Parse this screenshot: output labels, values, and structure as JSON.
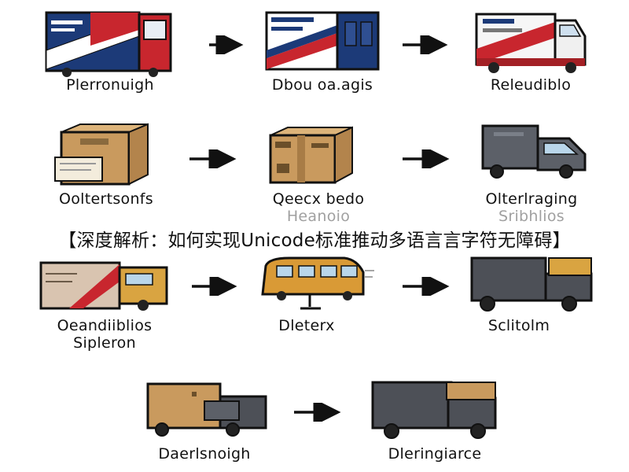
{
  "banner": "【深度解析：如何实现Unicode标准推动多语言言字符无障碍】",
  "rows": [
    {
      "labels": [
        "Plerronuigh",
        "Dbou oa.agis",
        "Releudiblo"
      ],
      "sublabels": [
        "",
        "",
        ""
      ]
    },
    {
      "labels": [
        "Ooltertsonfs",
        "Qeecx bedo",
        "Olterlraging"
      ],
      "sublabels": [
        "",
        "Heanoio",
        "Sribhlios"
      ]
    },
    {
      "labels": [
        "Oeandiiblios",
        "Dleterx",
        "Sclitolm"
      ],
      "sublabels": [
        "Sipleron",
        "",
        ""
      ]
    },
    {
      "labels": [
        "Daerlsnoigh",
        "Dleringiarce"
      ],
      "sublabels": [
        "",
        ""
      ]
    }
  ],
  "icons": [
    "delivery-truck-icon",
    "shipping-box-icon",
    "cargo-van-icon",
    "freight-truck-icon",
    "right-arrow-icon"
  ],
  "colors": {
    "brand_red": "#c8262e",
    "brand_navy": "#1c3a78",
    "cardboard": "#c99a5e",
    "truck_gray": "#4d5057",
    "mustard": "#d9a441"
  }
}
